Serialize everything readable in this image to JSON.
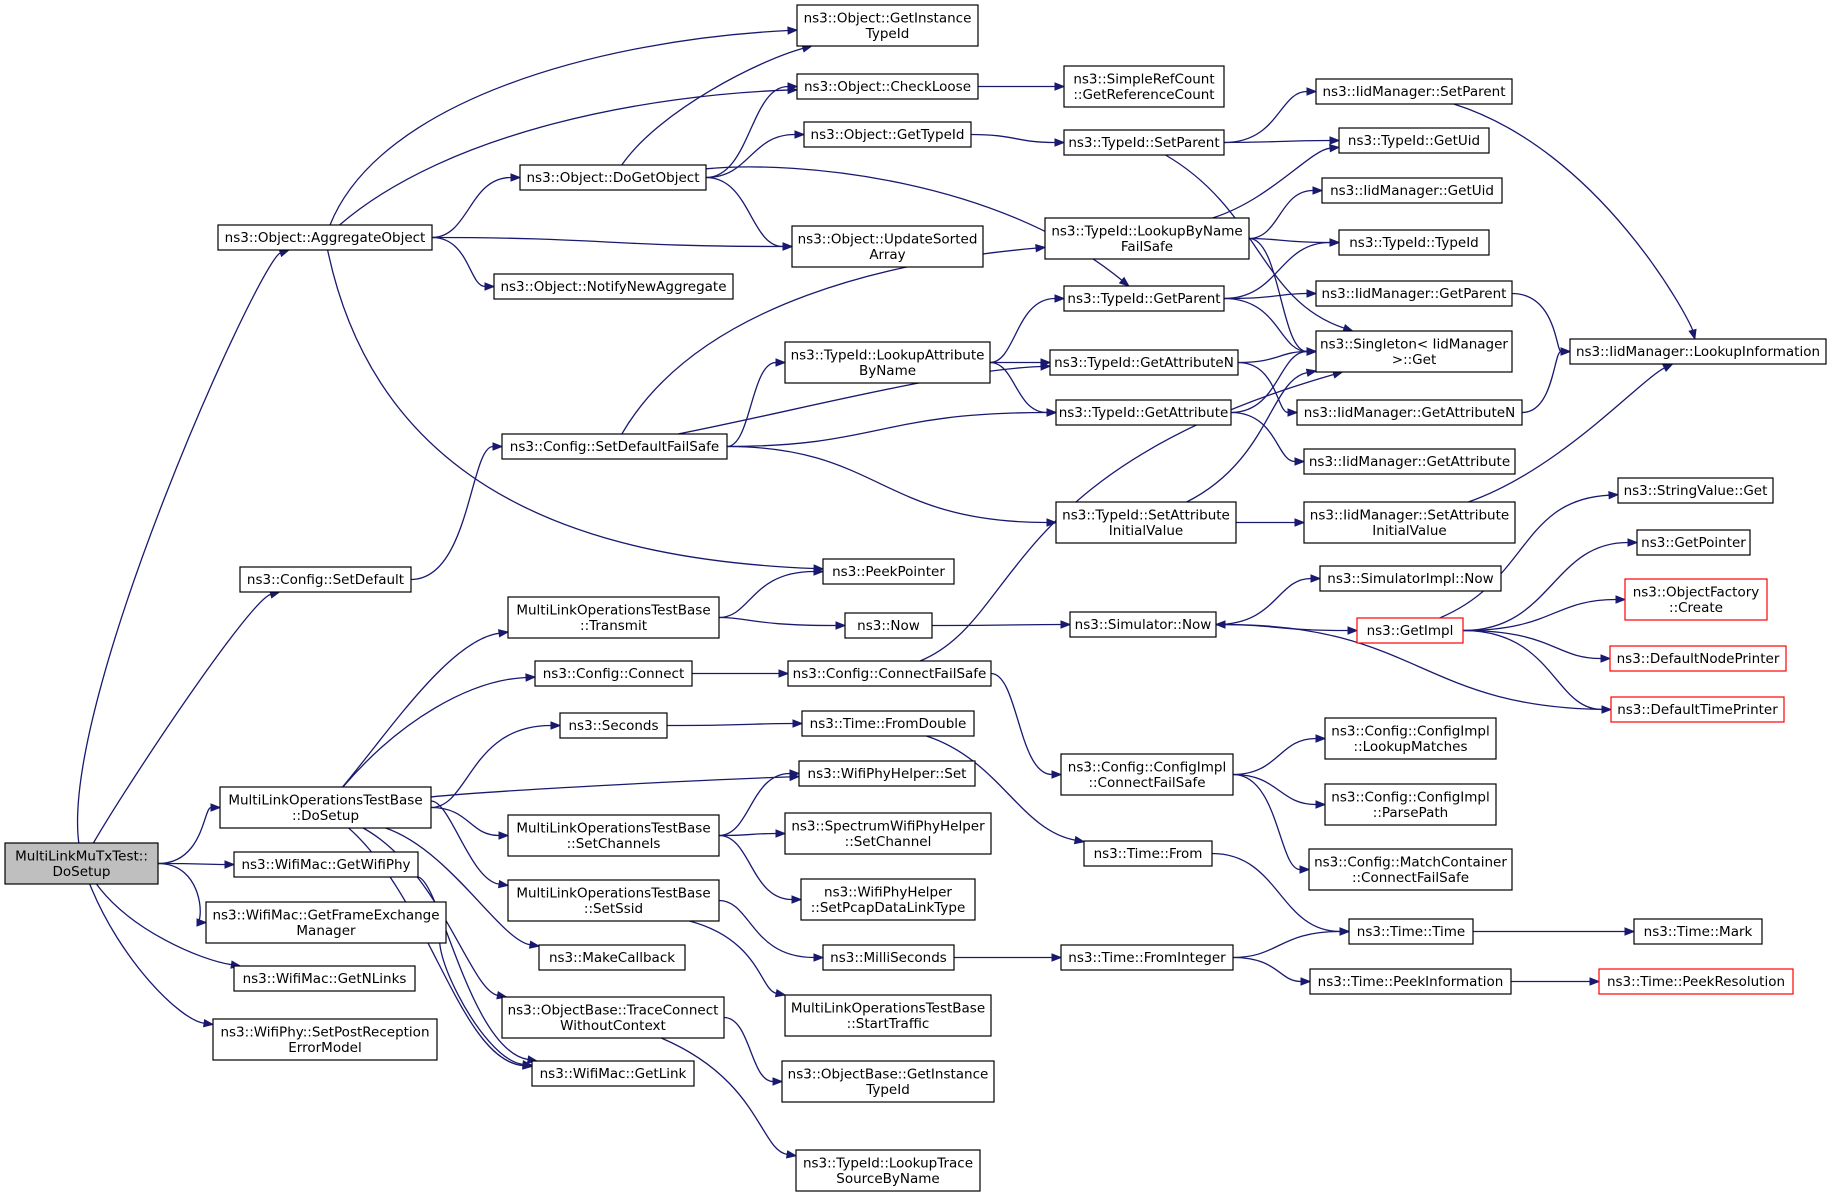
{
  "nodes": [
    {
      "id": "root",
      "lines": [
        "MultiLinkMuTxTest::",
        "DoSetup"
      ],
      "root": true
    },
    {
      "id": "aggregate",
      "lines": [
        "ns3::Object::AggregateObject"
      ]
    },
    {
      "id": "setdefault",
      "lines": [
        "ns3::Config::SetDefault"
      ]
    },
    {
      "id": "mlo_dosetup",
      "lines": [
        "MultiLinkOperationsTestBase",
        "::DoSetup"
      ]
    },
    {
      "id": "getwifiphy",
      "lines": [
        "ns3::WifiMac::GetWifiPhy"
      ]
    },
    {
      "id": "getfem",
      "lines": [
        "ns3::WifiMac::GetFrameExchange",
        "Manager"
      ]
    },
    {
      "id": "getnlinks",
      "lines": [
        "ns3::WifiMac::GetNLinks"
      ]
    },
    {
      "id": "setposterr",
      "lines": [
        "ns3::WifiPhy::SetPostReception",
        "ErrorModel"
      ]
    },
    {
      "id": "doget",
      "lines": [
        "ns3::Object::DoGetObject"
      ]
    },
    {
      "id": "notifyagg",
      "lines": [
        "ns3::Object::NotifyNewAggregate"
      ]
    },
    {
      "id": "setdefaultfs",
      "lines": [
        "ns3::Config::SetDefaultFailSafe"
      ]
    },
    {
      "id": "transmit",
      "lines": [
        "MultiLinkOperationsTestBase",
        "::Transmit"
      ]
    },
    {
      "id": "connect",
      "lines": [
        "ns3::Config::Connect"
      ]
    },
    {
      "id": "seconds",
      "lines": [
        "ns3::Seconds"
      ]
    },
    {
      "id": "setchannels",
      "lines": [
        "MultiLinkOperationsTestBase",
        "::SetChannels"
      ]
    },
    {
      "id": "setssid",
      "lines": [
        "MultiLinkOperationsTestBase",
        "::SetSsid"
      ]
    },
    {
      "id": "makecallback",
      "lines": [
        "ns3::MakeCallback"
      ]
    },
    {
      "id": "traceconnect",
      "lines": [
        "ns3::ObjectBase::TraceConnect",
        "WithoutContext"
      ]
    },
    {
      "id": "getlink",
      "lines": [
        "ns3::WifiMac::GetLink"
      ]
    },
    {
      "id": "getinstance",
      "lines": [
        "ns3::Object::GetInstance",
        "TypeId"
      ]
    },
    {
      "id": "checkloose",
      "lines": [
        "ns3::Object::CheckLoose"
      ]
    },
    {
      "id": "gettypeid",
      "lines": [
        "ns3::Object::GetTypeId"
      ]
    },
    {
      "id": "updatesorted",
      "lines": [
        "ns3::Object::UpdateSorted",
        "Array"
      ]
    },
    {
      "id": "lookupattr",
      "lines": [
        "ns3::TypeId::LookupAttribute",
        "ByName"
      ]
    },
    {
      "id": "peekpointer",
      "lines": [
        "ns3::PeekPointer"
      ]
    },
    {
      "id": "now",
      "lines": [
        "ns3::Now"
      ]
    },
    {
      "id": "connectfs",
      "lines": [
        "ns3::Config::ConnectFailSafe"
      ]
    },
    {
      "id": "fromdouble",
      "lines": [
        "ns3::Time::FromDouble"
      ]
    },
    {
      "id": "wphset",
      "lines": [
        "ns3::WifiPhyHelper::Set"
      ]
    },
    {
      "id": "swphsetchannel",
      "lines": [
        "ns3::SpectrumWifiPhyHelper",
        "::SetChannel"
      ]
    },
    {
      "id": "setpcap",
      "lines": [
        "ns3::WifiPhyHelper",
        "::SetPcapDataLinkType"
      ]
    },
    {
      "id": "milliseconds",
      "lines": [
        "ns3::MilliSeconds"
      ]
    },
    {
      "id": "starttraffic",
      "lines": [
        "MultiLinkOperationsTestBase",
        "::StartTraffic"
      ]
    },
    {
      "id": "obgetinstance",
      "lines": [
        "ns3::ObjectBase::GetInstance",
        "TypeId"
      ]
    },
    {
      "id": "lookuptrace",
      "lines": [
        "ns3::TypeId::LookupTrace",
        "SourceByName"
      ]
    },
    {
      "id": "getrefcount",
      "lines": [
        "ns3::SimpleRefCount",
        "::GetReferenceCount"
      ]
    },
    {
      "id": "tsetparent",
      "lines": [
        "ns3::TypeId::SetParent"
      ]
    },
    {
      "id": "lookupbyname",
      "lines": [
        "ns3::TypeId::LookupByName",
        "FailSafe"
      ]
    },
    {
      "id": "tgetparent",
      "lines": [
        "ns3::TypeId::GetParent"
      ]
    },
    {
      "id": "tgetattrn",
      "lines": [
        "ns3::TypeId::GetAttributeN"
      ]
    },
    {
      "id": "tgetattr",
      "lines": [
        "ns3::TypeId::GetAttribute"
      ]
    },
    {
      "id": "tsetattrinit",
      "lines": [
        "ns3::TypeId::SetAttribute",
        "InitialValue"
      ]
    },
    {
      "id": "simnow",
      "lines": [
        "ns3::Simulator::Now"
      ]
    },
    {
      "id": "cfgimplconnect",
      "lines": [
        "ns3::Config::ConfigImpl",
        "::ConnectFailSafe"
      ]
    },
    {
      "id": "timefrom",
      "lines": [
        "ns3::Time::From"
      ]
    },
    {
      "id": "fromint",
      "lines": [
        "ns3::Time::FromInteger"
      ]
    },
    {
      "id": "iidsetparent",
      "lines": [
        "ns3::IidManager::SetParent"
      ]
    },
    {
      "id": "tgetuid",
      "lines": [
        "ns3::TypeId::GetUid"
      ]
    },
    {
      "id": "iidgetuid",
      "lines": [
        "ns3::IidManager::GetUid"
      ]
    },
    {
      "id": "ttypeid",
      "lines": [
        "ns3::TypeId::TypeId"
      ]
    },
    {
      "id": "iidgetparent",
      "lines": [
        "ns3::IidManager::GetParent"
      ]
    },
    {
      "id": "singleton",
      "lines": [
        "ns3::Singleton< IidManager",
        ">::Get"
      ]
    },
    {
      "id": "iidgetattrn",
      "lines": [
        "ns3::IidManager::GetAttributeN"
      ]
    },
    {
      "id": "iidgetattr",
      "lines": [
        "ns3::IidManager::GetAttribute"
      ]
    },
    {
      "id": "iidsetattrinit",
      "lines": [
        "ns3::IidManager::SetAttribute",
        "InitialValue"
      ]
    },
    {
      "id": "simimplnow",
      "lines": [
        "ns3::SimulatorImpl::Now"
      ]
    },
    {
      "id": "getimpl",
      "lines": [
        "ns3::GetImpl"
      ],
      "truncated": true
    },
    {
      "id": "lookupmatches",
      "lines": [
        "ns3::Config::ConfigImpl",
        "::LookupMatches"
      ]
    },
    {
      "id": "parsepath",
      "lines": [
        "ns3::Config::ConfigImpl",
        "::ParsePath"
      ]
    },
    {
      "id": "matchcontainer",
      "lines": [
        "ns3::Config::MatchContainer",
        "::ConnectFailSafe"
      ]
    },
    {
      "id": "timetime",
      "lines": [
        "ns3::Time::Time"
      ]
    },
    {
      "id": "peekinfo",
      "lines": [
        "ns3::Time::PeekInformation"
      ]
    },
    {
      "id": "iidlookupinfo",
      "lines": [
        "ns3::IidManager::LookupInformation"
      ]
    },
    {
      "id": "stringvalueget",
      "lines": [
        "ns3::StringValue::Get"
      ]
    },
    {
      "id": "getpointer",
      "lines": [
        "ns3::GetPointer"
      ]
    },
    {
      "id": "objfactory",
      "lines": [
        "ns3::ObjectFactory",
        "::Create"
      ],
      "truncated": true
    },
    {
      "id": "defnodeprinter",
      "lines": [
        "ns3::DefaultNodePrinter"
      ],
      "truncated": true
    },
    {
      "id": "deftimeprinter",
      "lines": [
        "ns3::DefaultTimePrinter"
      ],
      "truncated": true
    },
    {
      "id": "timemark",
      "lines": [
        "ns3::Time::Mark"
      ]
    },
    {
      "id": "peekres",
      "lines": [
        "ns3::Time::PeekResolution"
      ],
      "truncated": true
    }
  ],
  "colors": {
    "edge": "#191970",
    "border": "#000000",
    "root_fill": "#bfbfbf",
    "truncated_border": "#ff0000"
  }
}
